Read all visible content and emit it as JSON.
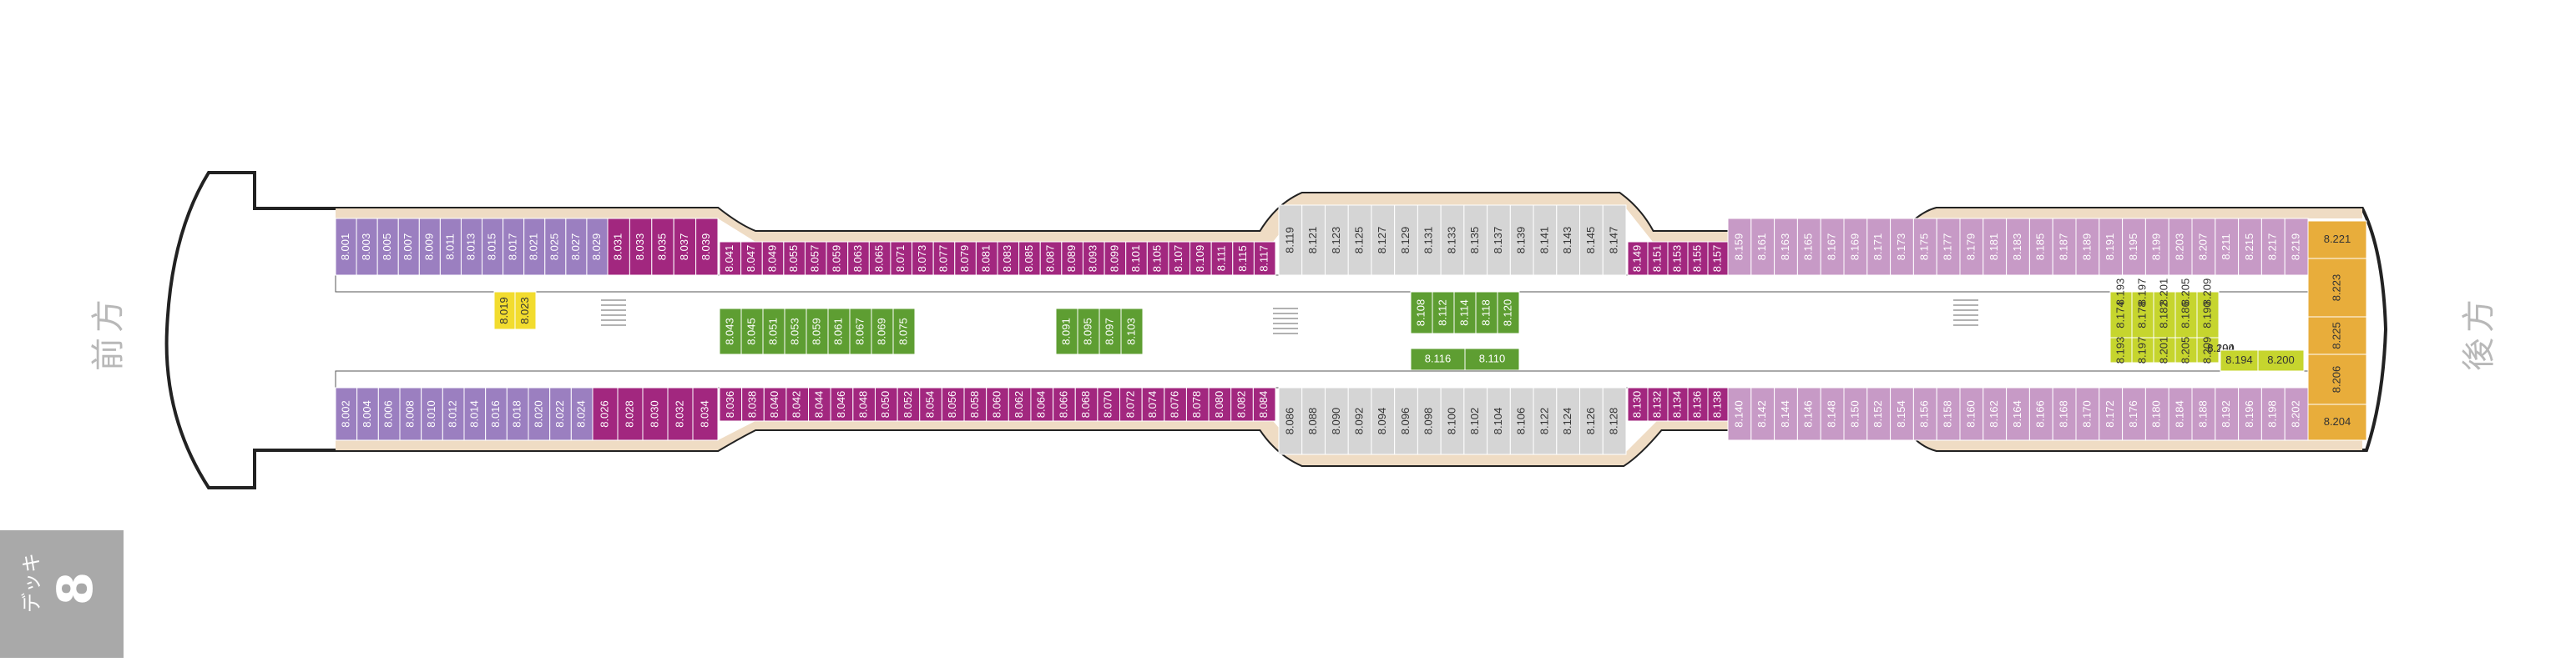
{
  "labels": {
    "fore": "前方",
    "aft": "後方"
  },
  "deck": {
    "word": "デッキ",
    "number": "8"
  },
  "colors": {
    "purple": "#9b7fc0",
    "magenta": "#a2277f",
    "green": "#5e9e32",
    "gray": "#d5d5d5",
    "lilac": "#c79ac6",
    "lime": "#c6d52e",
    "orange": "#e8ad3b",
    "yellow": "#f2dc2e",
    "deck_wood": "#efdcc4",
    "hull_edge": "#222222"
  },
  "cabins": {
    "top_row": [
      {
        "ids": [
          "8.001",
          "8.003",
          "8.005",
          "8.007",
          "8.009",
          "8.011",
          "8.013",
          "8.015",
          "8.017",
          "8.021",
          "8.025",
          "8.027",
          "8.029"
        ],
        "color": "purple"
      },
      {
        "ids": [
          "8.031",
          "8.033",
          "8.035",
          "8.037",
          "8.039"
        ],
        "color": "magenta"
      },
      {
        "ids": [
          "8.041",
          "8.047",
          "8.049",
          "8.055",
          "8.057",
          "8.059",
          "8.063",
          "8.065",
          "8.071",
          "8.073",
          "8.077",
          "8.079",
          "8.081",
          "8.083",
          "8.085",
          "8.087",
          "8.089",
          "8.093",
          "8.099",
          "8.101",
          "8.105",
          "8.107",
          "8.109",
          "8.111",
          "8.115",
          "8.117"
        ],
        "color": "magenta"
      },
      {
        "ids": [
          "8.119",
          "8.121",
          "8.123",
          "8.125",
          "8.127",
          "8.129",
          "8.131",
          "8.133",
          "8.135",
          "8.137",
          "8.139",
          "8.141",
          "8.143",
          "8.145",
          "8.147"
        ],
        "color": "gray"
      },
      {
        "ids": [
          "8.149",
          "8.151",
          "8.153",
          "8.155",
          "8.157"
        ],
        "color": "magenta"
      },
      {
        "ids": [
          "8.159",
          "8.161",
          "8.163",
          "8.165",
          "8.167",
          "8.169",
          "8.171",
          "8.173",
          "8.175",
          "8.177",
          "8.179",
          "8.181",
          "8.183",
          "8.185",
          "8.187",
          "8.189",
          "8.191",
          "8.195",
          "8.199",
          "8.203",
          "8.207",
          "8.211",
          "8.215",
          "8.217",
          "8.219"
        ],
        "color": "lilac"
      }
    ],
    "bottom_row": [
      {
        "ids": [
          "8.002",
          "8.004",
          "8.006",
          "8.008",
          "8.010",
          "8.012",
          "8.014",
          "8.016",
          "8.018",
          "8.020",
          "8.022",
          "8.024"
        ],
        "color": "purple"
      },
      {
        "ids": [
          "8.026",
          "8.028",
          "8.030",
          "8.032",
          "8.034"
        ],
        "color": "magenta"
      },
      {
        "ids": [
          "8.036",
          "8.038",
          "8.040",
          "8.042",
          "8.044",
          "8.046",
          "8.048",
          "8.050",
          "8.052",
          "8.054",
          "8.056",
          "8.058",
          "8.060",
          "8.062",
          "8.064",
          "8.066",
          "8.068",
          "8.070",
          "8.072",
          "8.074",
          "8.076",
          "8.078",
          "8.080",
          "8.082",
          "8.084"
        ],
        "color": "magenta"
      },
      {
        "ids": [
          "8.086",
          "8.088",
          "8.090",
          "8.092",
          "8.094",
          "8.096",
          "8.098",
          "8.100",
          "8.102",
          "8.104",
          "8.106",
          "8.122",
          "8.124",
          "8.126",
          "8.128"
        ],
        "color": "gray"
      },
      {
        "ids": [
          "8.130",
          "8.132",
          "8.134",
          "8.136",
          "8.138"
        ],
        "color": "magenta"
      },
      {
        "ids": [
          "8.140",
          "8.142",
          "8.144",
          "8.146",
          "8.148",
          "8.150",
          "8.152",
          "8.154",
          "8.156",
          "8.158",
          "8.160",
          "8.162",
          "8.164",
          "8.166",
          "8.168",
          "8.170",
          "8.172",
          "8.176",
          "8.180",
          "8.184",
          "8.188",
          "8.192",
          "8.196",
          "8.198",
          "8.202"
        ],
        "color": "lilac"
      }
    ],
    "inner_yellow": [
      "8.019",
      "8.023"
    ],
    "inner_green_a": [
      "8.043",
      "8.045",
      "8.051",
      "8.053",
      "8.059",
      "8.061",
      "8.067",
      "8.069",
      "8.075"
    ],
    "inner_green_b": [
      "8.091",
      "8.095",
      "8.097",
      "8.103"
    ],
    "inner_green_c": [
      "8.108",
      "8.112",
      "8.114",
      "8.118",
      "8.120"
    ],
    "inner_green_d": [
      "8.116",
      "8.110"
    ],
    "inner_lime_top": [
      "8.174",
      "8.178",
      "8.182",
      "8.186",
      "8.190",
      "8.193",
      "8.197",
      "8.201",
      "8.205",
      "8.209"
    ],
    "inner_lime_bottom": [
      "8.194",
      "8.200"
    ],
    "aft_orange": [
      "8.221",
      "8.223",
      "8.225",
      "8.206",
      "8.204"
    ]
  }
}
